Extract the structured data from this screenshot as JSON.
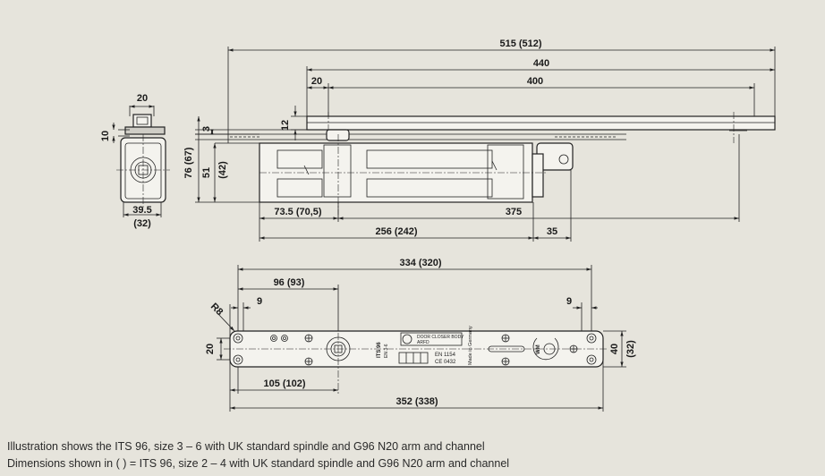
{
  "dimensions": {
    "side_width": "20",
    "side_height": "10",
    "side_bottom_width": "39.5",
    "side_bottom_width_alt": "(32)",
    "front_overall": "515 (512)",
    "front_channel": "440",
    "front_offset": "20",
    "front_inner": "400",
    "front_channel_height": "12",
    "front_gap": "3",
    "front_total_height": "76 (67)",
    "front_body_height": "51",
    "front_body_height_alt": "(42)",
    "front_spindle": "73.5 (70,5)",
    "front_arm": "375",
    "front_body_length": "256 (242)",
    "front_end": "35",
    "top_length": "334 (320)",
    "top_spindle": "96 (93)",
    "top_radius": "R8",
    "top_left_offset": "9",
    "top_right_offset": "9",
    "top_height": "20",
    "top_width": "40",
    "top_width_alt": "(32)",
    "top_holes": "105 (102)",
    "top_overall": "352 (338)"
  },
  "plate": {
    "model": "ITS 96",
    "size": "EN 3-6",
    "standard": "EN 1154",
    "ce": "CE 0432",
    "made_in": "Made in Germany",
    "label_title": "DOOR CLOSER BODY",
    "label_sub": "ARFD"
  },
  "caption": {
    "line1": "Illustration shows the ITS 96, size 3 – 6 with UK standard spindle and G96 N20 arm and channel",
    "line2": "Dimensions shown in ( ) = ITS 96, size 2 – 4 with UK standard spindle and G96 N20 arm and channel"
  }
}
